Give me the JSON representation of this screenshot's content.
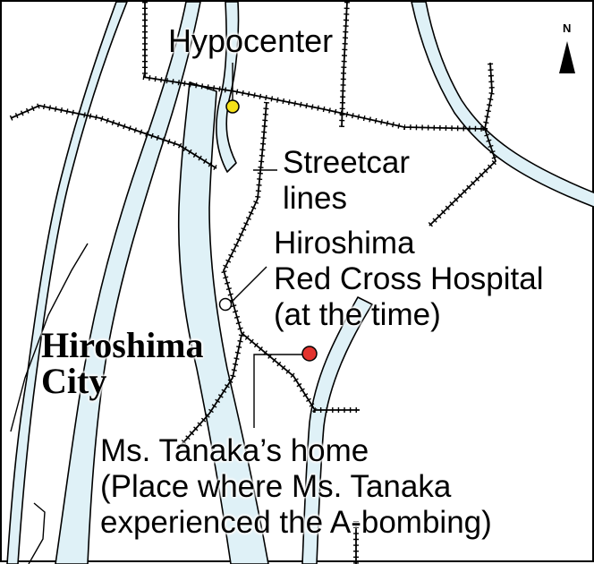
{
  "map": {
    "north": "N",
    "labels": {
      "hypocenter": "Hypocenter",
      "streetcar_line1": "Streetcar",
      "streetcar_line2": "lines",
      "hospital_line1": "Hiroshima",
      "hospital_line2": "Red Cross Hospital",
      "hospital_line3": "(at the time)",
      "city_line1": "Hiroshima",
      "city_line2": "City",
      "home_line1": "Ms. Tanaka’s home",
      "home_line2": "(Place where Ms. Tanaka",
      "home_line3": "experienced the A-bombing)"
    },
    "markers": [
      {
        "name": "hypocenter",
        "color": "#f5e11a"
      },
      {
        "name": "hospital",
        "color": "#ffffff"
      },
      {
        "name": "home",
        "color": "#e3332e"
      }
    ],
    "colors": {
      "river_fill": "#dff1f7",
      "river_edge": "#000000",
      "streetcar_track": "#000000"
    }
  }
}
